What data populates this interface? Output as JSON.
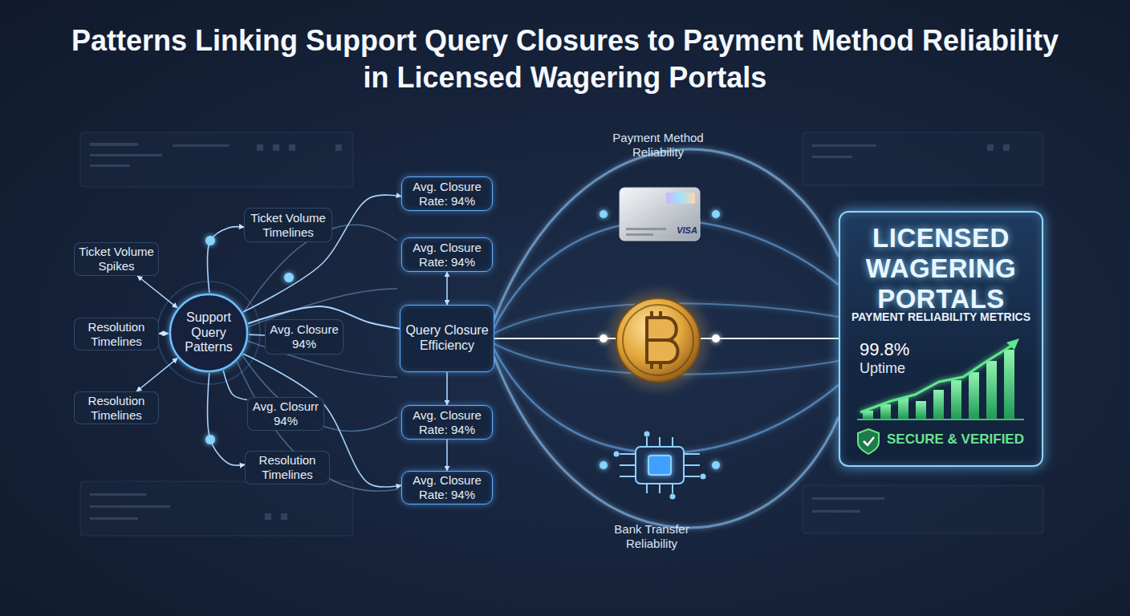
{
  "diagram": {
    "title": "Patterns Linking Support Query Closures to Payment Method Reliability in Licensed Wagering Portals",
    "nodes": [
      {
        "text": [
          "Ticket Volume Spikes"
        ]
      },
      {
        "text": [
          "Support Query Patterns"
        ]
      },
      {
        "text": [
          "Ticket Volume Timelines"
        ]
      },
      {
        "text": [
          "Resolution Timelines"
        ]
      },
      {
        "text": [
          "Avg. Closure 94%"
        ]
      },
      {
        "text": [
          "Resolution Timelines"
        ]
      },
      {
        "text": [
          "Avg. Closurr 94%"
        ]
      },
      {
        "text": [
          "Resolution Timelines"
        ]
      },
      {
        "text": [
          "Avg. Closure Rate: 94%"
        ]
      },
      {
        "text": [
          "Avg. Closure Rate: 94%"
        ]
      },
      {
        "text": [
          "Query Closure Efficiency"
        ]
      },
      {
        "text": [
          "Avg. Closure Rate: 94%"
        ]
      },
      {
        "text": [
          "Avg. Closure Rate: 94%"
        ]
      },
      {
        "text": [
          "LICENSED WAGERING PORTALS",
          "PAYMENT RELIABILITY METRICS",
          "99.8%",
          "Uptime",
          "SECURE & VERIFIED"
        ]
      }
    ],
    "edges": [
      {
        "from": 1,
        "to": 0,
        "arrow": "both"
      },
      {
        "from": 1,
        "to": 2,
        "arrow": "to"
      },
      {
        "from": 1,
        "to": 3,
        "arrow": "both"
      },
      {
        "from": 1,
        "to": 4,
        "arrow": "none"
      },
      {
        "from": 1,
        "to": 5,
        "arrow": "both"
      },
      {
        "from": 1,
        "to": 6,
        "arrow": "none"
      },
      {
        "from": 1,
        "to": 7,
        "arrow": "to"
      },
      {
        "from": 1,
        "to": 8,
        "arrow": "to"
      },
      {
        "from": 1,
        "to": 12,
        "arrow": "to"
      },
      {
        "from": 1,
        "to": 10,
        "arrow": "none"
      },
      {
        "from": 9,
        "to": 10,
        "arrow": "both"
      },
      {
        "from": 10,
        "to": 11,
        "arrow": "to"
      },
      {
        "from": 11,
        "to": 12,
        "arrow": "to"
      },
      {
        "from": 10,
        "to": 13,
        "arrow": "none"
      }
    ],
    "labels": [
      "Payment Method Reliability",
      "VISA",
      "Bank Transfer Reliability"
    ]
  }
}
